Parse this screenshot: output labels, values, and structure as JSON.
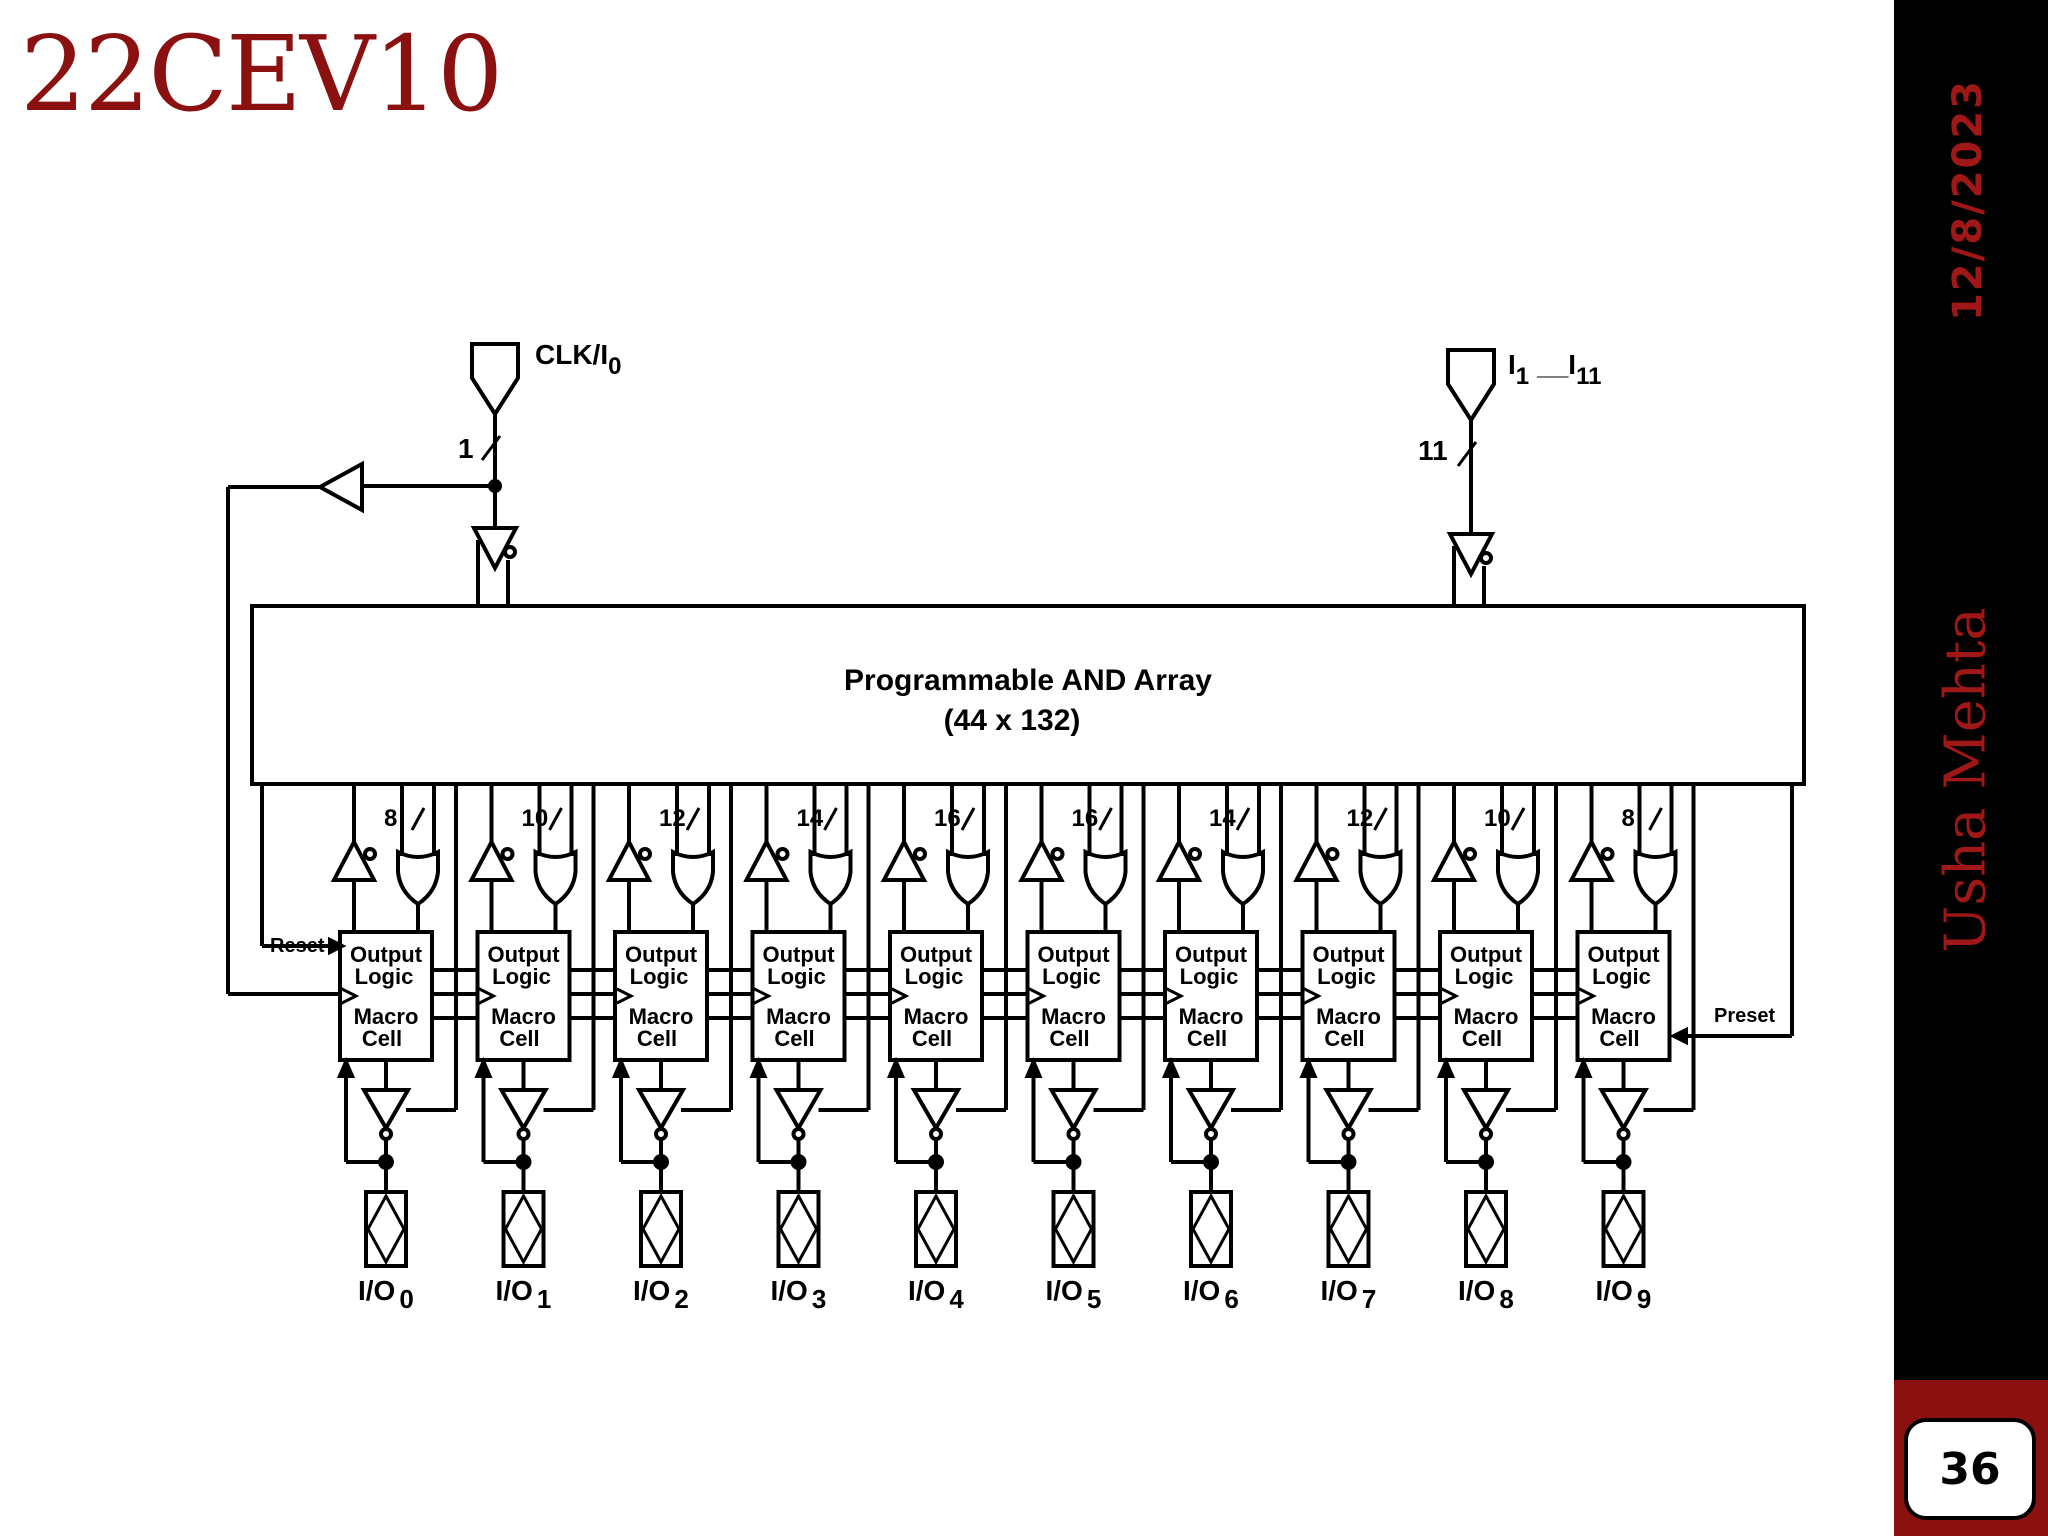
{
  "slide": {
    "title": "22CEV10",
    "date": "12/8/2023",
    "author": "Usha Mehta",
    "page_number": "36"
  },
  "diagram": {
    "clock_input": {
      "label": "CLK/I",
      "subscript": "0",
      "width": "1"
    },
    "inputs": {
      "label_a": "I",
      "sub_a": "1",
      "label_b": "I",
      "sub_b": "11",
      "width": "11"
    },
    "and_array": {
      "title": "Programmable AND Array",
      "size": "(44 x 132)"
    },
    "reset_label": "Reset",
    "preset_label": "Preset",
    "macrocell_label_1": "Output",
    "macrocell_label_2": "Logic",
    "macrocell_label_3": "Macro",
    "macrocell_label_4": "Cell",
    "product_terms": [
      "8",
      "10",
      "12",
      "14",
      "16",
      "16",
      "14",
      "12",
      "10",
      "8"
    ],
    "io_pins": [
      {
        "label": "I/O",
        "sub": "0"
      },
      {
        "label": "I/O",
        "sub": "1"
      },
      {
        "label": "I/O",
        "sub": "2"
      },
      {
        "label": "I/O",
        "sub": "3"
      },
      {
        "label": "I/O",
        "sub": "4"
      },
      {
        "label": "I/O",
        "sub": "5"
      },
      {
        "label": "I/O",
        "sub": "6"
      },
      {
        "label": "I/O",
        "sub": "7"
      },
      {
        "label": "I/O",
        "sub": "8"
      },
      {
        "label": "I/O",
        "sub": "9"
      }
    ]
  }
}
